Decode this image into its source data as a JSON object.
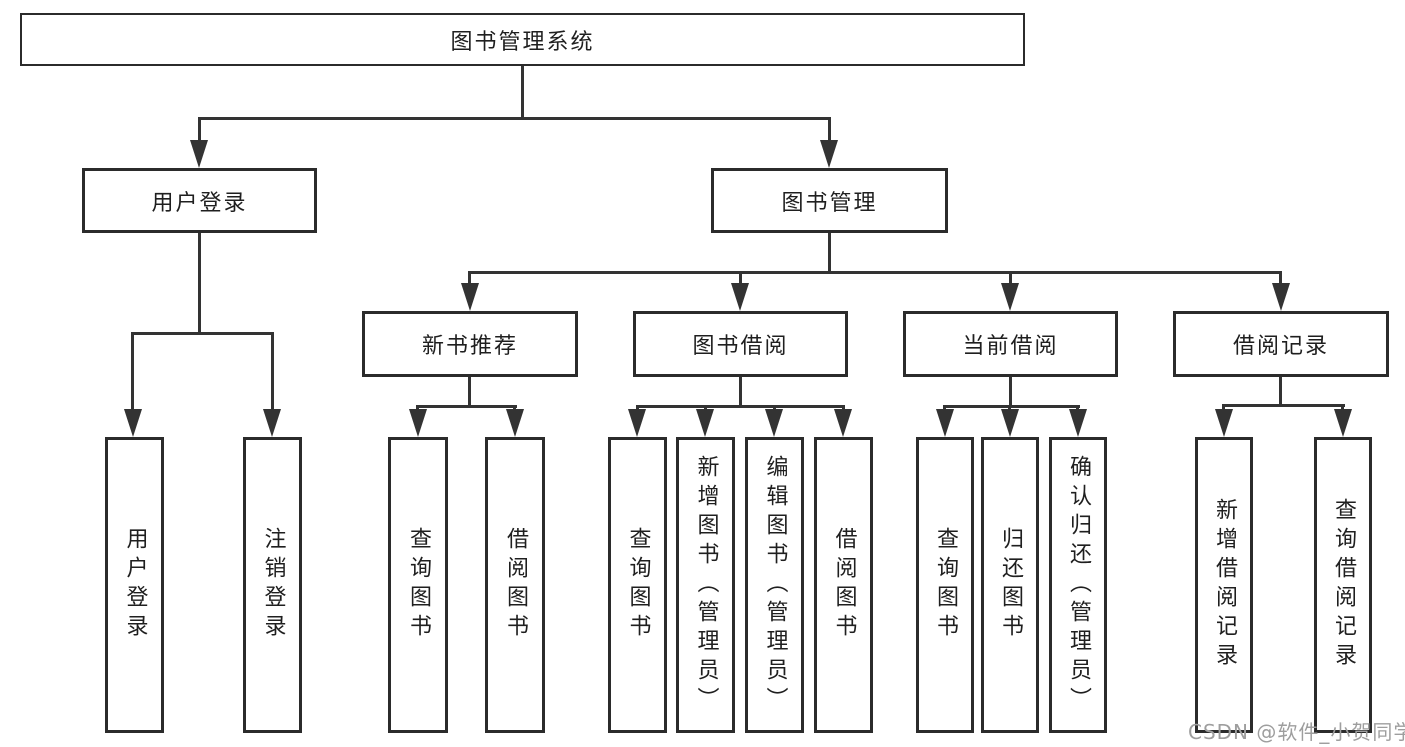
{
  "nodes": {
    "root": "图书管理系统",
    "user_login": "用户登录",
    "book_mgmt": "图书管理",
    "new_books": "新书推荐",
    "book_borrow": "图书借阅",
    "current_borrow": "当前借阅",
    "borrow_records": "借阅记录"
  },
  "leaves": {
    "user_login": [
      "用户登录",
      "注销登录"
    ],
    "new_books": [
      "查询图书",
      "借阅图书"
    ],
    "book_borrow": [
      "查询图书",
      "新增图书（管理员）",
      "编辑图书（管理员）",
      "借阅图书"
    ],
    "current_borrow": [
      "查询图书",
      "归还图书",
      "确认归还（管理员）"
    ],
    "borrow_records": [
      "新增借阅记录",
      "查询借阅记录"
    ]
  },
  "watermark": "CSDN @软件_小贺同学",
  "colors": {
    "line": "#333333",
    "box_border": "#2b2b2b",
    "text": "#1f1f1f",
    "watermark": "#9e9e9e",
    "background": "#ffffff"
  }
}
